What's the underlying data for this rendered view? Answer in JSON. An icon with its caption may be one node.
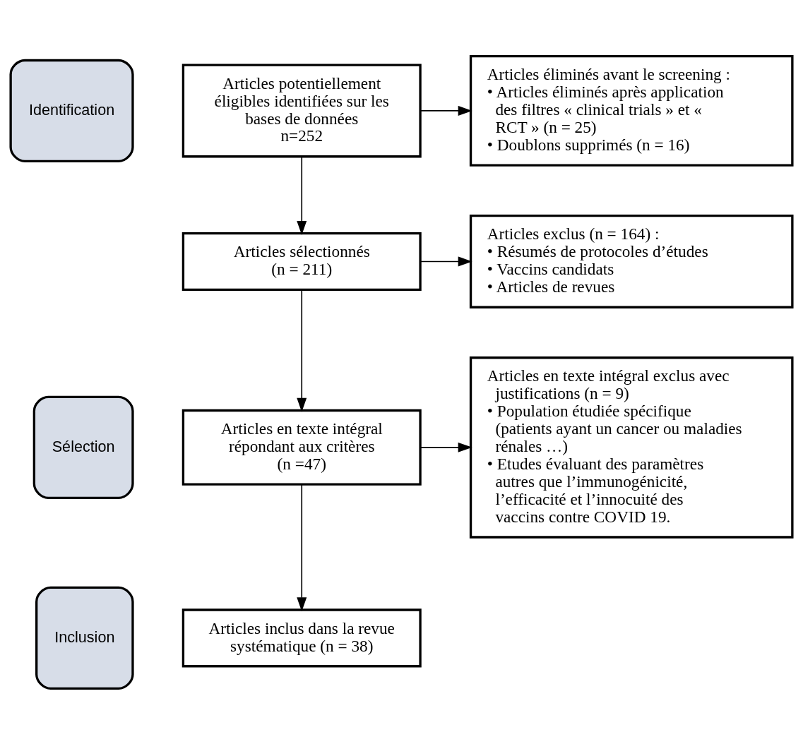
{
  "diagram": {
    "nodes": [
      {
        "text": [
          "Identification"
        ]
      },
      {
        "text": [
          "Sélection"
        ]
      },
      {
        "text": [
          "Inclusion"
        ]
      },
      {
        "text": [
          "Articles potentiellement éligibles identifiées sur les bases de données",
          "n=252"
        ]
      },
      {
        "text": [
          "Articles éliminés avant le screening :",
          "• Articles éliminés après application des filtres « clinical trials » et « RCT » (n = 25)",
          "• Doublons supprimés (n = 16)"
        ]
      },
      {
        "text": [
          "Articles sélectionnés",
          "(n = 211)"
        ]
      },
      {
        "text": [
          "Articles exclus (n = 164) :",
          "• Résumés de protocoles d’études",
          "• Vaccins candidats",
          "• Articles de revues"
        ]
      },
      {
        "text": [
          "Articles en texte intégral répondant aux critères",
          "(n =47)"
        ]
      },
      {
        "text": [
          "Articles en texte intégral exclus avec justifications (n = 9)",
          "• Population étudiée spécifique (patients ayant un cancer ou maladies rénales …)",
          "• Etudes évaluant des paramètres autres que l’immunogénicité, l’efficacité et l’innocuité des vaccins contre COVID 19."
        ]
      },
      {
        "text": [
          "Articles inclus dans la revue systématique (n = 38)"
        ]
      }
    ],
    "edges": [
      {
        "from": 3,
        "to": 4,
        "arrow": "to"
      },
      {
        "from": 3,
        "to": 5,
        "arrow": "to"
      },
      {
        "from": 5,
        "to": 6,
        "arrow": "to"
      },
      {
        "from": 5,
        "to": 7,
        "arrow": "to"
      },
      {
        "from": 7,
        "to": 8,
        "arrow": "to"
      },
      {
        "from": 7,
        "to": 9,
        "arrow": "to"
      }
    ]
  }
}
